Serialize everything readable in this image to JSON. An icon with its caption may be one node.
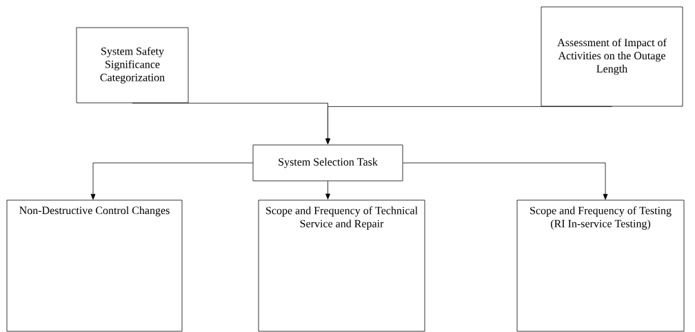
{
  "diagram": {
    "nodes": [
      {
        "text": [
          "System Safety Significance Categorization"
        ]
      },
      {
        "text": [
          "Assessment of Impact of Activities on the Outage Length"
        ]
      },
      {
        "text": [
          "System Selection Task"
        ]
      },
      {
        "text": [
          "Non-Destructive Control Changes"
        ]
      },
      {
        "text": [
          "Scope and Frequency of Technical Service and Repair"
        ]
      },
      {
        "text": [
          "Scope and Frequency of Testing (RI In-service Testing)"
        ]
      }
    ],
    "edges": [
      {
        "from": 0,
        "to": 2,
        "arrow": "to"
      },
      {
        "from": 1,
        "to": 2,
        "arrow": "to"
      },
      {
        "from": 2,
        "to": 3,
        "arrow": "to"
      },
      {
        "from": 2,
        "to": 4,
        "arrow": "to"
      },
      {
        "from": 2,
        "to": 5,
        "arrow": "to"
      }
    ]
  }
}
